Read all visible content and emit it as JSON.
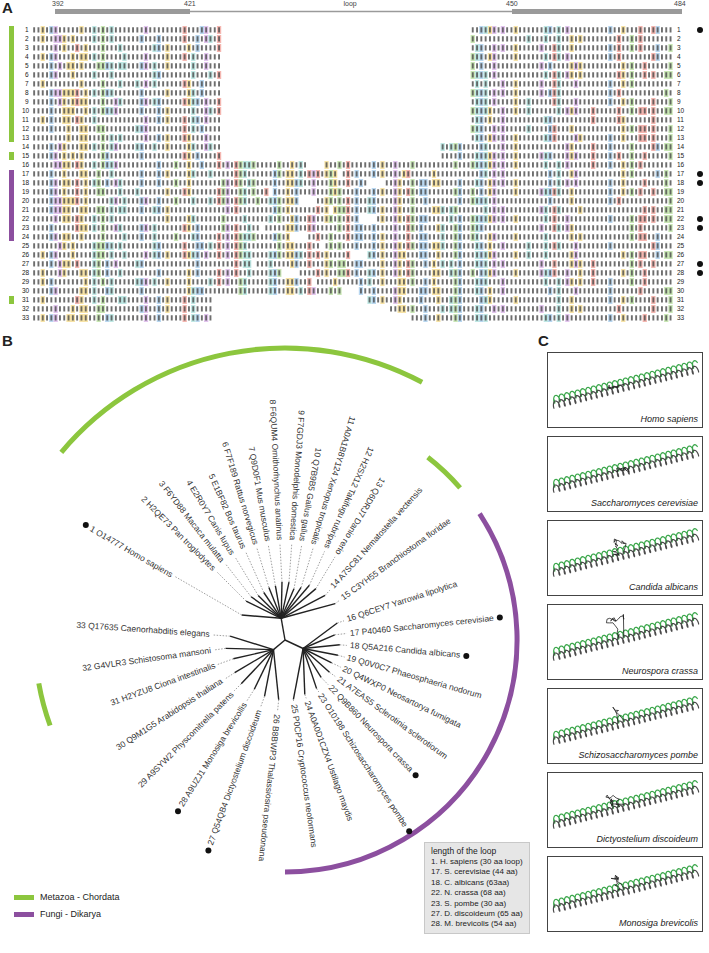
{
  "diagram": {
    "nodes": [
      {
        "text": [
          "length of the loop",
          "1. H. sapiens (30 aa loop)",
          "17. S. cerevisiae (44 aa)",
          "18. C. albicans (63aa)",
          "22. N. crassa (68 aa)",
          "23. S. pombe (30 aa)",
          "27. D. discoideum (65 aa)",
          "28. M. brevicolis (54 aa)"
        ]
      },
      {
        "text": [
          "Homo sapiens"
        ]
      },
      {
        "text": [
          "Saccharomyces cerevisiae"
        ]
      },
      {
        "text": [
          "Candida albicans"
        ]
      },
      {
        "text": [
          "Neurospora crassa"
        ]
      },
      {
        "text": [
          "Schizosaccharomyces pombe"
        ]
      },
      {
        "text": [
          "Dictyostelium discoideum"
        ]
      },
      {
        "text": [
          "Monosiga brevicolis"
        ]
      }
    ],
    "labels": [
      "A",
      "392",
      "421",
      "loop",
      "450",
      "484",
      "1",
      "2",
      "3",
      "4",
      "5",
      "6",
      "7",
      "8",
      "9",
      "10",
      "11",
      "12",
      "13",
      "14",
      "15",
      "16",
      "17",
      "18",
      "19",
      "20",
      "21",
      "22",
      "23",
      "24",
      "25",
      "26",
      "27",
      "28",
      "29",
      "30",
      "31",
      "32",
      "33",
      "1",
      "2",
      "3",
      "4",
      "5",
      "6",
      "7",
      "8",
      "9",
      "10",
      "11",
      "12",
      "13",
      "14",
      "15",
      "16",
      "17",
      "18",
      "19",
      "20",
      "21",
      "22",
      "23",
      "24",
      "25",
      "26",
      "27",
      "28",
      "29",
      "30",
      "31",
      "32",
      "33",
      "B",
      "1 O14777 Homo sapiens",
      "2 H2QE73 Pan troglodytes",
      "3 F6YD88 Macaca mulatta",
      "4 E2R0Y7 Canis lupus",
      "5 E1BF82 Bos taurus",
      "6 F7F189 Rattus norvegicus",
      "7 Q9D0F1 Mus musculus",
      "8 F6QUM4 Ornithorhynchus anatinus",
      "9 F7GDJ3 Monodelphis domestica",
      "10 Q7B9B5 Gallus gallus",
      "11 A0A1B8Y124 Xenopus tropicalis",
      "12 H2SX12 Takifugu rubripes",
      "13 Q6DRJ7 Danio rerio",
      "14 A7SC81 Nematostella vectensis",
      "15 C3YH55 Branchiostoma floridae",
      "16 Q6CEY7 Yarrowia lipolytica",
      "17 P40460 Saccharomyces cerevisiae",
      "18 Q5A216 Candida albicans",
      "19 Q0V0C7 Phaeosphaeria nodorum",
      "20 Q4WXP0 Neosartorya fumigata",
      "21 A7EAS5 Sclerotinia sclerotiorum",
      "22 Q9B860 Neurospora crassa",
      "23 O10198 Schizosaccharomyces pombe",
      "24 A0A0D1CZX4 Ustilago maydis",
      "25 P0CP16 Cryptococcus neoformans",
      "26 B8BWP3 Thalassiosira pseudonana",
      "27 Q54QB4 Dictyostelium discoideum",
      "28 A9UZJ1 Monosiga brevicollis",
      "29 A9SYW2 Physcomitrella patens",
      "30 Q9M1G5 Arabidopsis thaliana",
      "31 H2YZU8 Ciona intestinalis",
      "32 G4VLR3 Schistosoma mansoni",
      "33 Q17635 Caenorhabditis elegans",
      "C"
    ],
    "legend": [
      {
        "text": "Metazoa - Chordata",
        "color": "#8cc63e"
      },
      {
        "text": "Fungi - Dikarya",
        "color": "#8c4f9f"
      }
    ]
  }
}
